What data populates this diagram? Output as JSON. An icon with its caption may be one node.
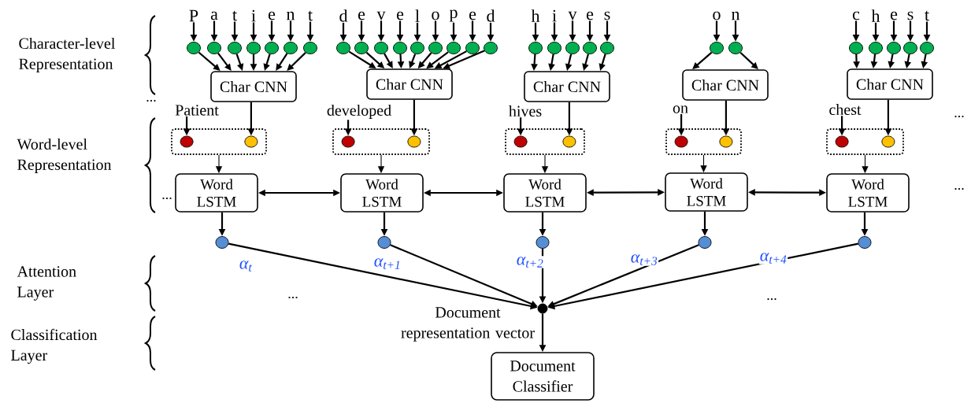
{
  "diagram": {
    "nodes": [
      {
        "text": [
          "P"
        ]
      },
      {
        "text": [
          "a"
        ]
      },
      {
        "text": [
          "t"
        ]
      },
      {
        "text": [
          "i"
        ]
      },
      {
        "text": [
          "e"
        ]
      },
      {
        "text": [
          "n"
        ]
      },
      {
        "text": [
          "t"
        ]
      },
      {
        "text": [
          "d"
        ]
      },
      {
        "text": [
          "e"
        ]
      },
      {
        "text": [
          "v"
        ]
      },
      {
        "text": [
          "e"
        ]
      },
      {
        "text": [
          "l"
        ]
      },
      {
        "text": [
          "o"
        ]
      },
      {
        "text": [
          "p"
        ]
      },
      {
        "text": [
          "e"
        ]
      },
      {
        "text": [
          "d"
        ]
      },
      {
        "text": [
          "h"
        ]
      },
      {
        "text": [
          "i"
        ]
      },
      {
        "text": [
          "v"
        ]
      },
      {
        "text": [
          "e"
        ]
      },
      {
        "text": [
          "s"
        ]
      },
      {
        "text": [
          "o"
        ]
      },
      {
        "text": [
          "n"
        ]
      },
      {
        "text": [
          "c"
        ]
      },
      {
        "text": [
          "h"
        ]
      },
      {
        "text": [
          "e"
        ]
      },
      {
        "text": [
          "s"
        ]
      },
      {
        "text": [
          "t"
        ]
      },
      {
        "text": [],
        "shape": "circle"
      },
      {
        "text": [],
        "shape": "circle"
      },
      {
        "text": [],
        "shape": "circle"
      },
      {
        "text": [],
        "shape": "circle"
      },
      {
        "text": [],
        "shape": "circle"
      },
      {
        "text": [],
        "shape": "circle"
      },
      {
        "text": [],
        "shape": "circle"
      },
      {
        "text": [],
        "shape": "circle"
      },
      {
        "text": [],
        "shape": "circle"
      },
      {
        "text": [],
        "shape": "circle"
      },
      {
        "text": [],
        "shape": "circle"
      },
      {
        "text": [],
        "shape": "circle"
      },
      {
        "text": [],
        "shape": "circle"
      },
      {
        "text": [],
        "shape": "circle"
      },
      {
        "text": [],
        "shape": "circle"
      },
      {
        "text": [],
        "shape": "circle"
      },
      {
        "text": [],
        "shape": "circle"
      },
      {
        "text": [],
        "shape": "circle"
      },
      {
        "text": [],
        "shape": "circle"
      },
      {
        "text": [],
        "shape": "circle"
      },
      {
        "text": [],
        "shape": "circle"
      },
      {
        "text": [],
        "shape": "circle"
      },
      {
        "text": [],
        "shape": "circle"
      },
      {
        "text": [],
        "shape": "circle"
      },
      {
        "text": [],
        "shape": "circle"
      },
      {
        "text": [],
        "shape": "circle"
      },
      {
        "text": [],
        "shape": "circle"
      },
      {
        "text": [],
        "shape": "circle"
      },
      {
        "text": [
          "Char CNN"
        ]
      },
      {
        "text": [
          "Char CNN"
        ]
      },
      {
        "text": [
          "Char CNN"
        ]
      },
      {
        "text": [
          "Char CNN"
        ]
      },
      {
        "text": [
          "Char CNN"
        ]
      },
      {
        "text": [
          "Patient"
        ]
      },
      {
        "text": [
          "developed"
        ]
      },
      {
        "text": [
          "hives"
        ]
      },
      {
        "text": [
          "on"
        ]
      },
      {
        "text": [
          "chest"
        ]
      },
      {
        "text": [],
        "shape": "box"
      },
      {
        "text": [],
        "shape": "circle",
        "in": 66
      },
      {
        "text": [],
        "shape": "circle",
        "in": 66
      },
      {
        "text": [],
        "shape": "box"
      },
      {
        "text": [],
        "shape": "circle",
        "in": 69
      },
      {
        "text": [],
        "shape": "circle",
        "in": 69
      },
      {
        "text": [],
        "shape": "box"
      },
      {
        "text": [],
        "shape": "circle",
        "in": 72
      },
      {
        "text": [],
        "shape": "circle",
        "in": 72
      },
      {
        "text": [],
        "shape": "box"
      },
      {
        "text": [],
        "shape": "circle",
        "in": 75
      },
      {
        "text": [],
        "shape": "circle",
        "in": 75
      },
      {
        "text": [],
        "shape": "box"
      },
      {
        "text": [],
        "shape": "circle",
        "in": 78
      },
      {
        "text": [],
        "shape": "circle",
        "in": 78
      },
      {
        "text": [
          "Word LSTM"
        ]
      },
      {
        "text": [
          "Word LSTM"
        ]
      },
      {
        "text": [
          "Word LSTM"
        ]
      },
      {
        "text": [
          "Word LSTM"
        ]
      },
      {
        "text": [
          "Word LSTM"
        ]
      },
      {
        "text": [],
        "shape": "circle"
      },
      {
        "text": [],
        "shape": "circle"
      },
      {
        "text": [],
        "shape": "circle"
      },
      {
        "text": [],
        "shape": "circle"
      },
      {
        "text": [],
        "shape": "circle"
      },
      {
        "text": [],
        "shape": "circle",
        "beside": [
          "Document representation vector"
        ]
      },
      {
        "text": [
          "Document Classifier"
        ]
      }
    ],
    "edges": [
      {
        "from": 0,
        "to": 28,
        "arrow": "to"
      },
      {
        "from": 1,
        "to": 29,
        "arrow": "to"
      },
      {
        "from": 2,
        "to": 30,
        "arrow": "to"
      },
      {
        "from": 3,
        "to": 31,
        "arrow": "to"
      },
      {
        "from": 4,
        "to": 32,
        "arrow": "to"
      },
      {
        "from": 5,
        "to": 33,
        "arrow": "to"
      },
      {
        "from": 6,
        "to": 34,
        "arrow": "to"
      },
      {
        "from": 7,
        "to": 35,
        "arrow": "to"
      },
      {
        "from": 8,
        "to": 36,
        "arrow": "to"
      },
      {
        "from": 9,
        "to": 37,
        "arrow": "to"
      },
      {
        "from": 10,
        "to": 38,
        "arrow": "to"
      },
      {
        "from": 11,
        "to": 39,
        "arrow": "to"
      },
      {
        "from": 12,
        "to": 40,
        "arrow": "to"
      },
      {
        "from": 13,
        "to": 41,
        "arrow": "to"
      },
      {
        "from": 14,
        "to": 42,
        "arrow": "to"
      },
      {
        "from": 15,
        "to": 43,
        "arrow": "to"
      },
      {
        "from": 16,
        "to": 44,
        "arrow": "to"
      },
      {
        "from": 17,
        "to": 45,
        "arrow": "to"
      },
      {
        "from": 18,
        "to": 46,
        "arrow": "to"
      },
      {
        "from": 19,
        "to": 47,
        "arrow": "to"
      },
      {
        "from": 20,
        "to": 48,
        "arrow": "to"
      },
      {
        "from": 21,
        "to": 49,
        "arrow": "to"
      },
      {
        "from": 22,
        "to": 50,
        "arrow": "to"
      },
      {
        "from": 23,
        "to": 51,
        "arrow": "to"
      },
      {
        "from": 24,
        "to": 52,
        "arrow": "to"
      },
      {
        "from": 25,
        "to": 53,
        "arrow": "to"
      },
      {
        "from": 26,
        "to": 54,
        "arrow": "to"
      },
      {
        "from": 27,
        "to": 55,
        "arrow": "to"
      },
      {
        "from": 28,
        "to": 56,
        "arrow": "to"
      },
      {
        "from": 29,
        "to": 56,
        "arrow": "to"
      },
      {
        "from": 30,
        "to": 56,
        "arrow": "to"
      },
      {
        "from": 31,
        "to": 56,
        "arrow": "to"
      },
      {
        "from": 32,
        "to": 56,
        "arrow": "to"
      },
      {
        "from": 33,
        "to": 56,
        "arrow": "to"
      },
      {
        "from": 34,
        "to": 56,
        "arrow": "to"
      },
      {
        "from": 35,
        "to": 57,
        "arrow": "to"
      },
      {
        "from": 36,
        "to": 57,
        "arrow": "to"
      },
      {
        "from": 37,
        "to": 57,
        "arrow": "to"
      },
      {
        "from": 38,
        "to": 57,
        "arrow": "to"
      },
      {
        "from": 39,
        "to": 57,
        "arrow": "to"
      },
      {
        "from": 40,
        "to": 57,
        "arrow": "to"
      },
      {
        "from": 41,
        "to": 57,
        "arrow": "to"
      },
      {
        "from": 42,
        "to": 57,
        "arrow": "to"
      },
      {
        "from": 43,
        "to": 57,
        "arrow": "to"
      },
      {
        "from": 44,
        "to": 58,
        "arrow": "to"
      },
      {
        "from": 45,
        "to": 58,
        "arrow": "to"
      },
      {
        "from": 46,
        "to": 58,
        "arrow": "to"
      },
      {
        "from": 47,
        "to": 58,
        "arrow": "to"
      },
      {
        "from": 48,
        "to": 58,
        "arrow": "to"
      },
      {
        "from": 49,
        "to": 59,
        "arrow": "to"
      },
      {
        "from": 50,
        "to": 59,
        "arrow": "to"
      },
      {
        "from": 51,
        "to": 60,
        "arrow": "to"
      },
      {
        "from": 52,
        "to": 60,
        "arrow": "to"
      },
      {
        "from": 53,
        "to": 60,
        "arrow": "to"
      },
      {
        "from": 54,
        "to": 60,
        "arrow": "to"
      },
      {
        "from": 55,
        "to": 60,
        "arrow": "to"
      },
      {
        "from": 56,
        "to": 68,
        "arrow": "to"
      },
      {
        "from": 57,
        "to": 71,
        "arrow": "to"
      },
      {
        "from": 58,
        "to": 74,
        "arrow": "to"
      },
      {
        "from": 59,
        "to": 77,
        "arrow": "to"
      },
      {
        "from": 60,
        "to": 80,
        "arrow": "to"
      },
      {
        "from": 61,
        "to": 67,
        "arrow": "to"
      },
      {
        "from": 62,
        "to": 70,
        "arrow": "to"
      },
      {
        "from": 63,
        "to": 73,
        "arrow": "to"
      },
      {
        "from": 64,
        "to": 76,
        "arrow": "to"
      },
      {
        "from": 65,
        "to": 79,
        "arrow": "to"
      },
      {
        "from": 66,
        "to": 81,
        "arrow": "to"
      },
      {
        "from": 69,
        "to": 82,
        "arrow": "to"
      },
      {
        "from": 72,
        "to": 83,
        "arrow": "to"
      },
      {
        "from": 75,
        "to": 84,
        "arrow": "to"
      },
      {
        "from": 78,
        "to": 85,
        "arrow": "to"
      },
      {
        "from": 81,
        "to": 82,
        "arrow": "both"
      },
      {
        "from": 82,
        "to": 83,
        "arrow": "both"
      },
      {
        "from": 83,
        "to": 84,
        "arrow": "both"
      },
      {
        "from": 84,
        "to": 85,
        "arrow": "both"
      },
      {
        "from": 81,
        "to": 86,
        "arrow": "to"
      },
      {
        "from": 82,
        "to": 87,
        "arrow": "to"
      },
      {
        "from": 83,
        "to": 88,
        "arrow": "to"
      },
      {
        "from": 84,
        "to": 89,
        "arrow": "to"
      },
      {
        "from": 85,
        "to": 90,
        "arrow": "to"
      },
      {
        "from": 86,
        "to": 91,
        "arrow": "to",
        "label": "α$_{t}$"
      },
      {
        "from": 87,
        "to": 91,
        "arrow": "to",
        "label": "α$_{t+1}$"
      },
      {
        "from": 88,
        "to": 91,
        "arrow": "to",
        "label": "α$_{t+2}$"
      },
      {
        "from": 89,
        "to": 91,
        "arrow": "to",
        "label": "α$_{t+3}$"
      },
      {
        "from": 90,
        "to": 91,
        "arrow": "to",
        "label": "α$_{t+4}$"
      },
      {
        "from": 91,
        "to": 92,
        "arrow": "to"
      }
    ],
    "labels": [
      "Character-level Representation",
      "...",
      "...",
      "Word-level Representation",
      "...",
      "...",
      "Attention Layer",
      "...",
      "...",
      "Classification Layer"
    ]
  }
}
